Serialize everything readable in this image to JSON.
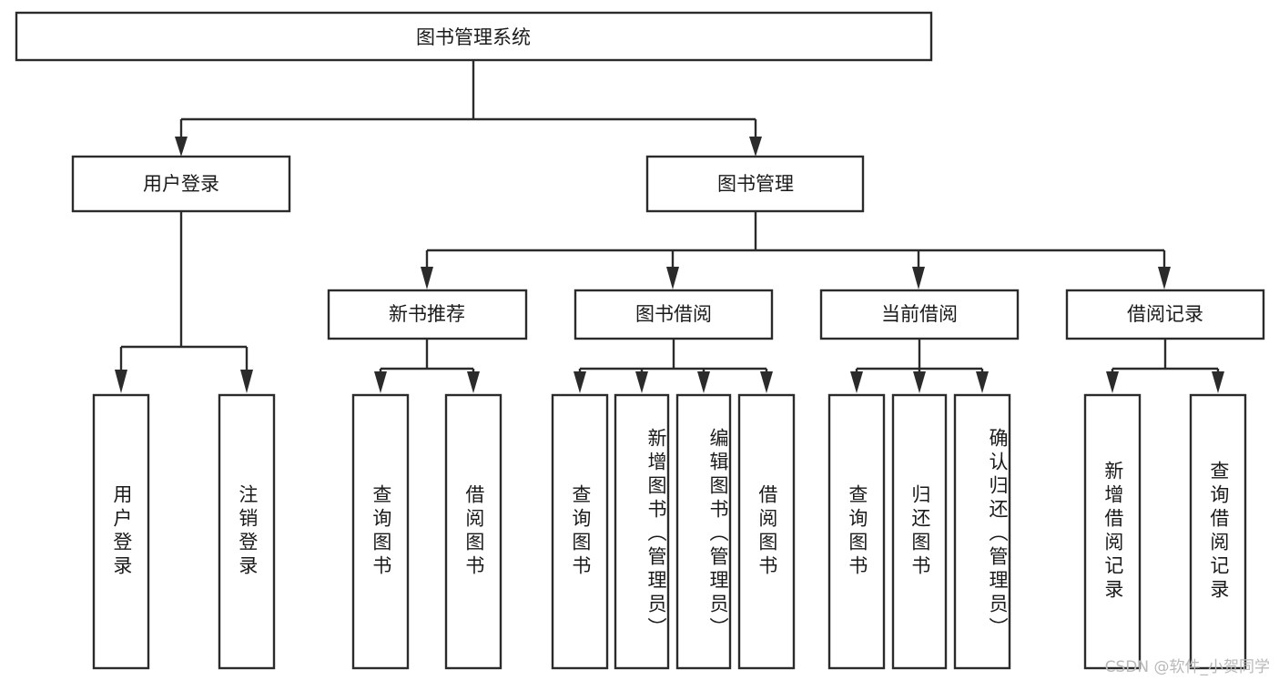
{
  "diagram": {
    "type": "tree-hierarchy",
    "title": "图书管理系统",
    "colors": {
      "background": "#ffffff",
      "box_fill": "#ffffff",
      "box_stroke": "#2b2b2b",
      "text": "#1a1a1a",
      "watermark": "#b9b9b9"
    },
    "root": {
      "label": "图书管理系统"
    },
    "level2": [
      {
        "label": "用户登录"
      },
      {
        "label": "图书管理"
      }
    ],
    "level3": [
      {
        "label": "新书推荐"
      },
      {
        "label": "图书借阅"
      },
      {
        "label": "当前借阅"
      },
      {
        "label": "借阅记录"
      }
    ],
    "leaves": {
      "user_login": [
        {
          "label": "用户登录"
        },
        {
          "label": "注销登录"
        }
      ],
      "new_book_recommend": [
        {
          "label": "查询图书"
        },
        {
          "label": "借阅图书"
        }
      ],
      "book_borrow": [
        {
          "label": "查询图书"
        },
        {
          "label": "新增图书（管理员）"
        },
        {
          "label": "编辑图书（管理员）"
        },
        {
          "label": "借阅图书"
        }
      ],
      "current_borrow": [
        {
          "label": "查询图书"
        },
        {
          "label": "归还图书"
        },
        {
          "label": "确认归还（管理员）"
        }
      ],
      "borrow_record": [
        {
          "label": "新增借阅记录"
        },
        {
          "label": "查询借阅记录"
        }
      ]
    },
    "watermark": "CSDN @软件_小贺同学"
  }
}
